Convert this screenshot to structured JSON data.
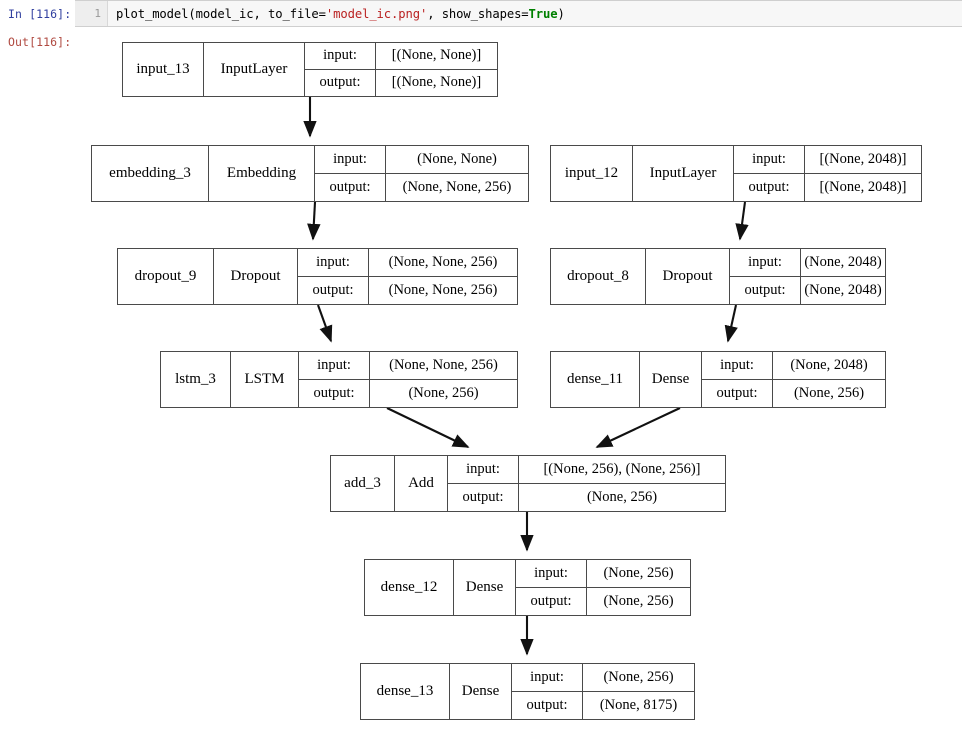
{
  "notebook": {
    "in_prompt": "In [116]:",
    "out_prompt": "Out[116]:",
    "line_number": "1",
    "code": {
      "part1": "plot_model(model_ic, to_file=",
      "string": "'model_ic.png'",
      "part2": ", show_shapes=",
      "keyword": "True",
      "part3": ")"
    }
  },
  "graph": {
    "io_labels": {
      "input": "input:",
      "output": "output:"
    },
    "nodes": [
      {
        "id": "input_13",
        "name": "input_13",
        "type": "InputLayer",
        "input_shape": "[(None, None)]",
        "output_shape": "[(None, None)]"
      },
      {
        "id": "embedding_3",
        "name": "embedding_3",
        "type": "Embedding",
        "input_shape": "(None, None)",
        "output_shape": "(None, None, 256)"
      },
      {
        "id": "input_12",
        "name": "input_12",
        "type": "InputLayer",
        "input_shape": "[(None, 2048)]",
        "output_shape": "[(None, 2048)]"
      },
      {
        "id": "dropout_9",
        "name": "dropout_9",
        "type": "Dropout",
        "input_shape": "(None, None, 256)",
        "output_shape": "(None, None, 256)"
      },
      {
        "id": "dropout_8",
        "name": "dropout_8",
        "type": "Dropout",
        "input_shape": "(None, 2048)",
        "output_shape": "(None, 2048)"
      },
      {
        "id": "lstm_3",
        "name": "lstm_3",
        "type": "LSTM",
        "input_shape": "(None, None, 256)",
        "output_shape": "(None, 256)"
      },
      {
        "id": "dense_11",
        "name": "dense_11",
        "type": "Dense",
        "input_shape": "(None, 2048)",
        "output_shape": "(None, 256)"
      },
      {
        "id": "add_3",
        "name": "add_3",
        "type": "Add",
        "input_shape": "[(None, 256), (None, 256)]",
        "output_shape": "(None, 256)"
      },
      {
        "id": "dense_12",
        "name": "dense_12",
        "type": "Dense",
        "input_shape": "(None, 256)",
        "output_shape": "(None, 256)"
      },
      {
        "id": "dense_13",
        "name": "dense_13",
        "type": "Dense",
        "input_shape": "(None, 256)",
        "output_shape": "(None, 8175)"
      }
    ],
    "edges": [
      {
        "from": "input_13",
        "to": "embedding_3"
      },
      {
        "from": "embedding_3",
        "to": "dropout_9"
      },
      {
        "from": "dropout_9",
        "to": "lstm_3"
      },
      {
        "from": "input_12",
        "to": "dropout_8"
      },
      {
        "from": "dropout_8",
        "to": "dense_11"
      },
      {
        "from": "lstm_3",
        "to": "add_3"
      },
      {
        "from": "dense_11",
        "to": "add_3"
      },
      {
        "from": "add_3",
        "to": "dense_12"
      },
      {
        "from": "dense_12",
        "to": "dense_13"
      }
    ]
  }
}
